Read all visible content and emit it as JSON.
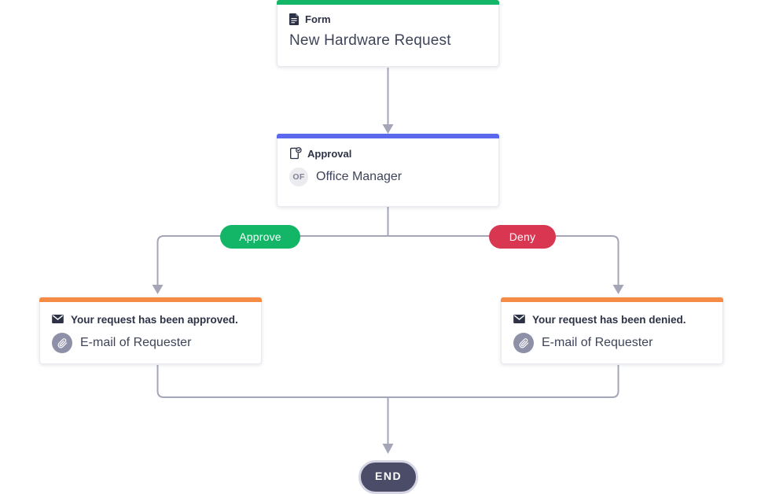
{
  "workflow": {
    "connector_color": "#a4a6b8",
    "form_step": {
      "label": "Form",
      "title": "New Hardware Request",
      "accent": "#13b566"
    },
    "approval_step": {
      "label": "Approval",
      "assignee_initials": "OF",
      "assignee_name": "Office Manager",
      "accent": "#5b68ee"
    },
    "branch_approve": {
      "label": "Approve",
      "color": "#13b566"
    },
    "branch_deny": {
      "label": "Deny",
      "color": "#d93652"
    },
    "approved_email_step": {
      "subject": "Your request has been approved.",
      "recipient": "E-mail of Requester",
      "accent": "#f58c45"
    },
    "denied_email_step": {
      "subject": "Your request has been denied.",
      "recipient": "E-mail of Requester",
      "accent": "#f58c45"
    },
    "end_node": {
      "label": "END",
      "fill": "#4b4d68",
      "border_color": "#d5d5e3"
    }
  }
}
